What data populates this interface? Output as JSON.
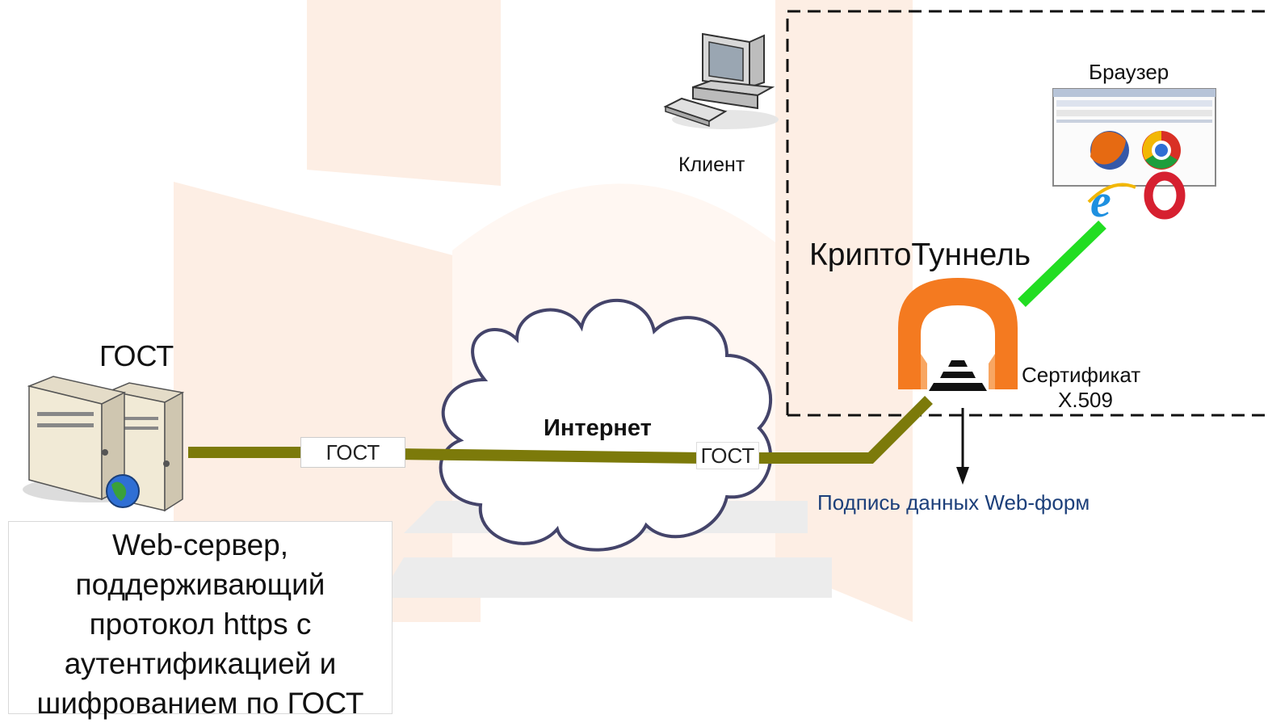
{
  "labels": {
    "client": "Клиент",
    "browser": "Браузер",
    "cryptotunnel": "КриптоТуннель",
    "certificate_line1": "Сертификат",
    "certificate_line2": "X.509",
    "server_gost": "ГОСТ",
    "internet": "Интернет",
    "link_gost_left": "ГОСТ",
    "link_gost_right": "ГОСТ",
    "signature": "Подпись данных  Web-форм"
  },
  "server_caption": [
    "Web-сервер,",
    "поддерживающий",
    "протокол https с",
    "аутентификацией и",
    "шифрованием по ГОСТ"
  ],
  "colors": {
    "gost_link": "#7c7a0a",
    "browser_link": "#22dd22",
    "tunnel": "#f47a20",
    "cloud_stroke": "#44446a",
    "dashed_border": "#111111",
    "signature_text": "#1c3f7a",
    "background_logo": "#fde6d6"
  },
  "icons": [
    "desktop-computer-icon",
    "server-pair-icon",
    "globe-icon",
    "browser-window-icon",
    "firefox-icon",
    "chrome-icon",
    "internet-explorer-icon",
    "opera-icon",
    "tunnel-icon",
    "cloud-icon",
    "arrow-down-icon"
  ]
}
